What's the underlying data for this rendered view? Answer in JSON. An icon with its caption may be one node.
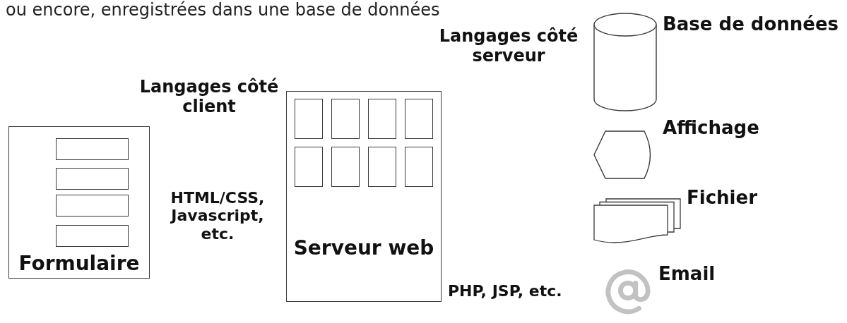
{
  "diagram": {
    "nodes": [
      {
        "text": [
          "Formulaire"
        ]
      },
      {
        "text": [
          "Serveur web"
        ]
      },
      {
        "text": [
          "Base de données"
        ]
      },
      {
        "text": [
          "Affichage"
        ]
      },
      {
        "text": [
          "Fichier"
        ]
      },
      {
        "text": [
          "Email"
        ]
      }
    ],
    "labels": [
      "ou encore, enregistrées dans une base de données",
      "Langages côté serveur",
      "Langages côté client",
      "HTML/CSS, Javascript, etc.",
      "PHP, JSP, etc."
    ]
  }
}
